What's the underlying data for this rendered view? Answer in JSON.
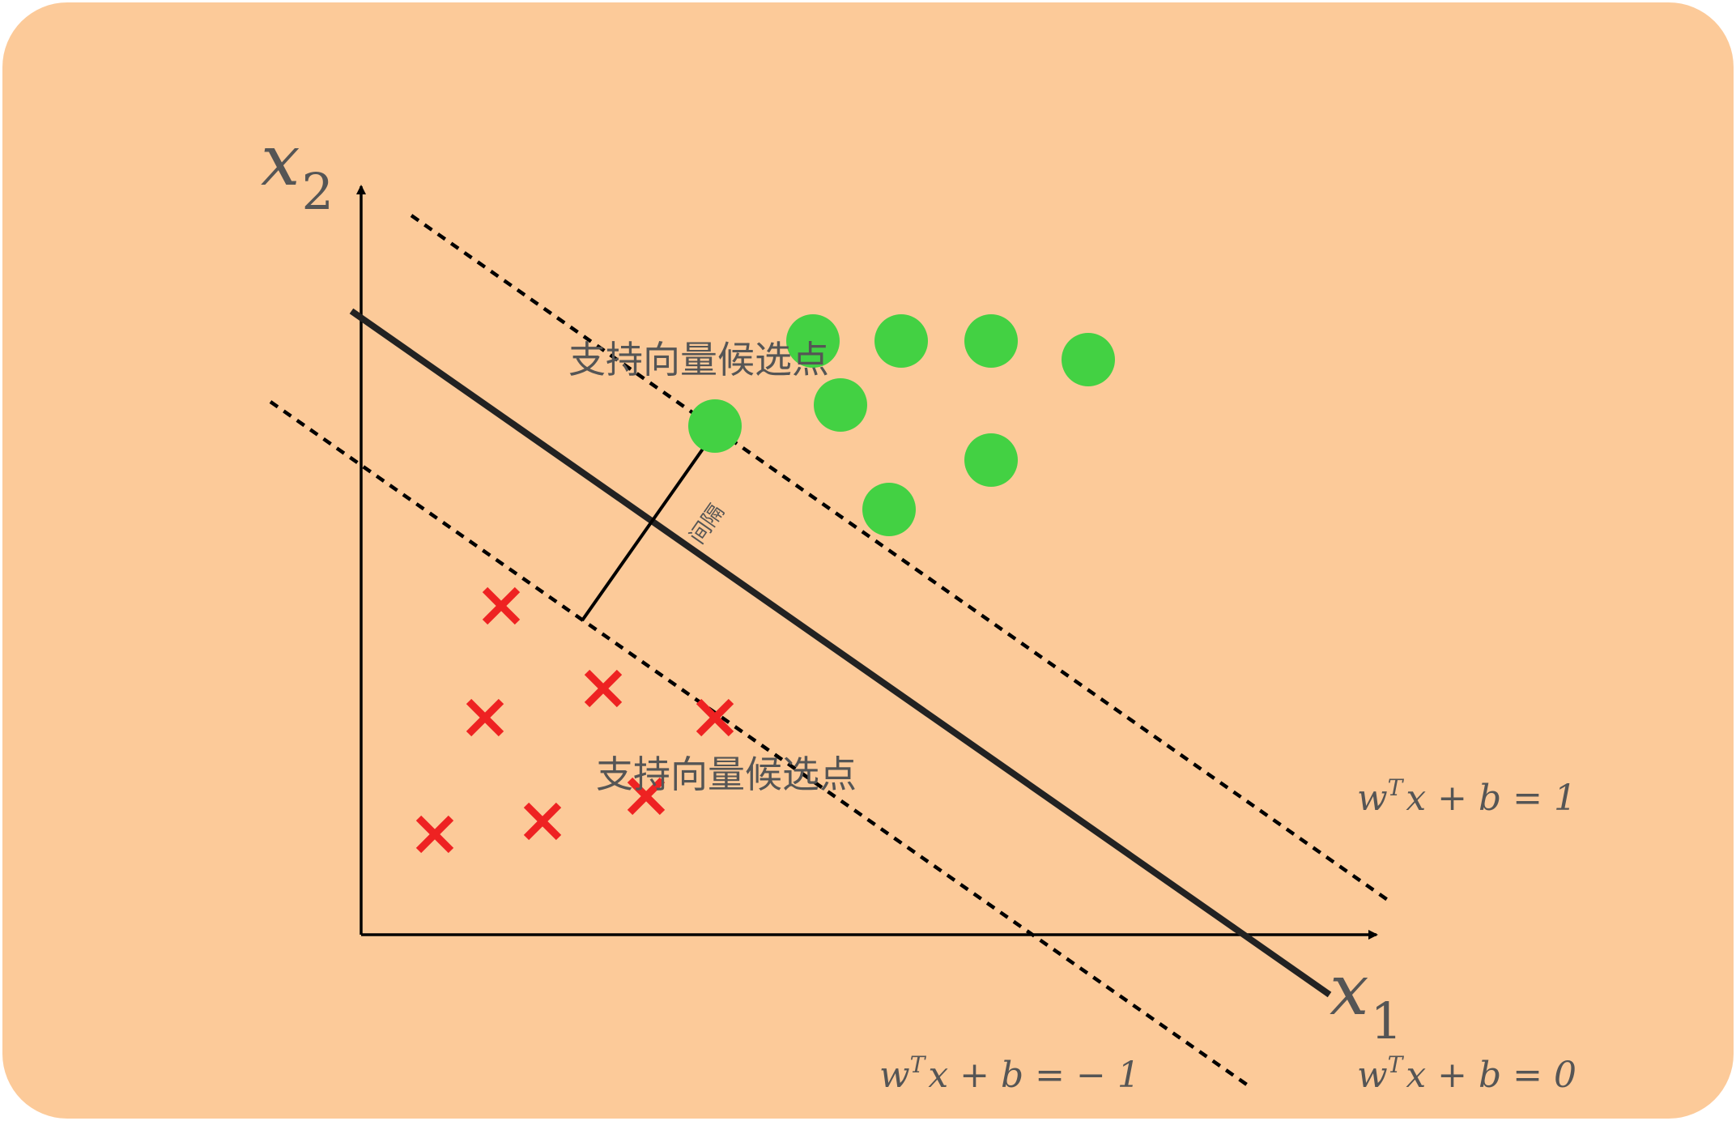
{
  "colors": {
    "panel_background": "#FCCA99",
    "positive_points": "#43D143",
    "negative_points": "#EE2222",
    "lines": "#000000",
    "text": "#555555"
  },
  "axes": {
    "x_label": {
      "main": "x",
      "sub": "1"
    },
    "y_label": {
      "main": "x",
      "sub": "2"
    }
  },
  "labels": {
    "support_candidates_upper": "支持向量候选点",
    "support_candidates_lower": "支持向量候选点",
    "margin": "间隔"
  },
  "equations": {
    "positive_boundary": {
      "w": "w",
      "sup": "T",
      "rest": "x + b = 1"
    },
    "negative_boundary": {
      "w": "w",
      "sup": "T",
      "rest": "x + b = − 1"
    },
    "decision_boundary": {
      "w": "w",
      "sup": "T",
      "rest": "x + b = 0"
    }
  },
  "legend_icons": {
    "positive_marker": "filled-circle",
    "negative_marker": "red-cross"
  }
}
